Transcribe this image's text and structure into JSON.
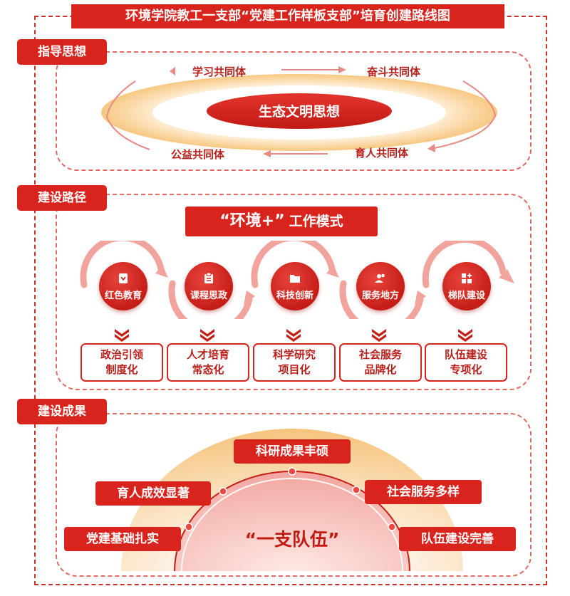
{
  "title": "环境学院教工一支部“党建工作样板支部”培育创建路线图",
  "sections": {
    "guiding": {
      "label": "指导思想",
      "center": "生态文明思想",
      "communities": [
        "学习共同体",
        "奋斗共同体",
        "育人共同体",
        "公益共同体"
      ]
    },
    "path": {
      "label": "建设路径",
      "mode_quote": "“环境+”",
      "mode_word": "工作模式",
      "items": [
        {
          "icon": "badge-icon",
          "label": "红色教育",
          "result": [
            "政治引领",
            "制度化"
          ]
        },
        {
          "icon": "clipboard-icon",
          "label": "课程思政",
          "result": [
            "人才培育",
            "常态化"
          ]
        },
        {
          "icon": "folder-icon",
          "label": "科技创新",
          "result": [
            "科学研究",
            "项目化"
          ]
        },
        {
          "icon": "users-icon",
          "label": "服务地方",
          "result": [
            "社会服务",
            "品牌化"
          ]
        },
        {
          "icon": "grid-plus-icon",
          "label": "梯队建设",
          "result": [
            "队伍建设",
            "专项化"
          ]
        }
      ]
    },
    "results": {
      "label": "建设成果",
      "center": "“一支队伍”",
      "achievements": [
        "科研成果丰硕",
        "育人成效显著",
        "社会服务多样",
        "党建基础扎实",
        "队伍建设完善"
      ]
    }
  },
  "colors": {
    "primary_red": "#d8241c",
    "dark_red": "#b8211b",
    "light_orange": "#f8cf8c",
    "pink": "#f2a19c"
  }
}
